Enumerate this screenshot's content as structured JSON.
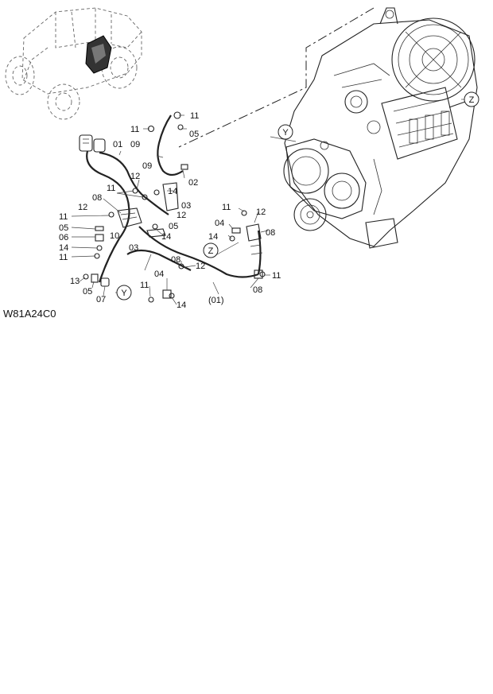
{
  "diagram": {
    "drawing_code": "W81A24C0",
    "views": {
      "y": "Y",
      "z": "Z"
    },
    "part_labels": {
      "01": "01",
      "01_ref": "(01)",
      "02": "02",
      "03": "03",
      "04": "04",
      "05": "05",
      "06": "06",
      "07": "07",
      "08": "08",
      "09": "09",
      "10": "10",
      "11": "11",
      "12": "12",
      "13": "13",
      "14": "14"
    }
  }
}
